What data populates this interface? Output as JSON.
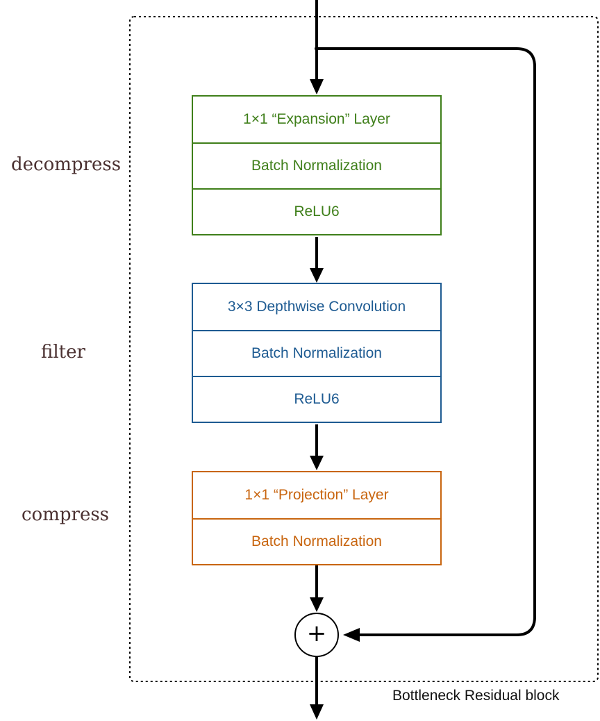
{
  "side_labels": {
    "decompress": "decompress",
    "filter": "filter",
    "compress": "compress"
  },
  "blocks": {
    "expansion": {
      "color": "#3f7f1a",
      "rows": [
        "1×1 “Expansion” Layer",
        "Batch Normalization",
        "ReLU6"
      ]
    },
    "depthwise": {
      "color": "#1e5b92",
      "rows": [
        "3×3 Depthwise Convolution",
        "Batch Normalization",
        "ReLU6"
      ]
    },
    "projection": {
      "color": "#c8650f",
      "rows": [
        "1×1 “Projection” Layer",
        "Batch Normalization"
      ]
    }
  },
  "add_node": {
    "symbol": "+"
  },
  "caption": "Bottleneck Residual block"
}
